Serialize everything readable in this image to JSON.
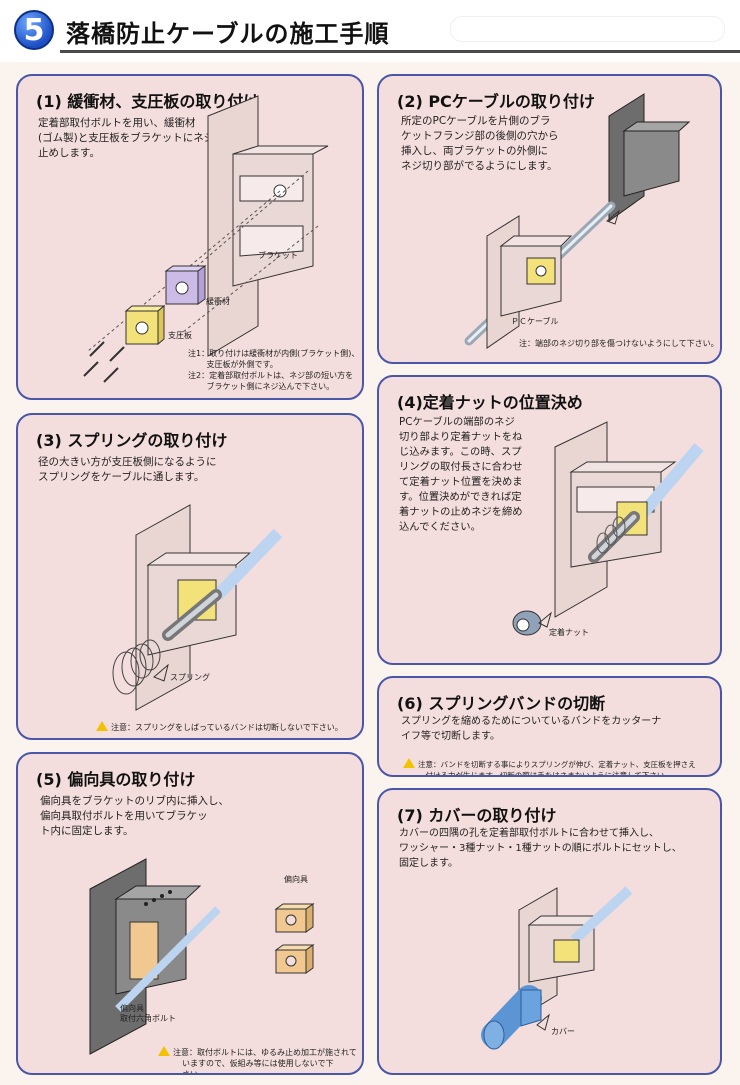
{
  "header": {
    "step_number": "5",
    "title": "落橋防止ケーブルの施工手順"
  },
  "panels": {
    "p1": {
      "title": "(1) 緩衝材、支圧板の取り付け",
      "text": "定着部取付ボルトを用い、緩衝材\n(ゴム製)と支圧板をブラケットにネジ\n止めします。",
      "label_bracket": "ブラケット",
      "label_cushion": "緩衝材",
      "label_plate": "支圧板",
      "note1": "注1：取り付けは緩衝材が内側(ブラケット側)、\n　　 支圧板が外側です。",
      "note2": "注2：定着部取付ボルトは、ネジ部の短い方を\n　　 ブラケット側にネジ込んで下さい。"
    },
    "p2": {
      "title": "(2) PCケーブルの取り付け",
      "text": "所定のPCケーブルを片側のブラ\nケットフランジ部の後側の穴から\n挿入し、両ブラケットの外側に\nネジ切り部がでるようにします。",
      "label_cable": "ＰＣケーブル",
      "note": "注：端部のネジ切り部を傷つけないようにして下さい。"
    },
    "p3": {
      "title": "(3) スプリングの取り付け",
      "text": "径の大きい方が支圧板側になるように\nスプリングをケーブルに通します。",
      "label_spring": "スプリング",
      "note": "注意：スプリングをしばっているバンドは切断しないで下さい。"
    },
    "p4": {
      "title": "(4)定着ナットの位置決め",
      "text": "PCケーブルの端部のネジ\n切り部より定着ナットをね\nじ込みます。この時、スプ\nリングの取付長さに合わせ\nて定着ナット位置を決めま\nす。位置決めができれば定\n着ナットの止めネジを締め\n込んでください。",
      "label_nut": "定着ナット"
    },
    "p5": {
      "title": "(5) 偏向具の取り付け",
      "text": "偏向具をブラケットのリブ内に挿入し、\n偏向具取付ボルトを用いてブラケッ\nト内に固定します。",
      "label_deflector": "偏向具",
      "label_bolt": "偏向具\n取付六角ボルト",
      "note": "注意：取付ボルトには、ゆるみ止め加工が施されて\n　　　いますので、仮組み等には使用しないで下\n　　　さい。"
    },
    "p6": {
      "title": "(6) スプリングバンドの切断",
      "text": "スプリングを縮めるためについているバンドをカッターナ\nイフ等で切断します。",
      "note": "注意：バンドを切断する事によりスプリングが伸び、定着ナット、支圧板を押さえ\n　　　付ける力が生じます。切断の際は手をはさまないように注意して下さい。"
    },
    "p7": {
      "title": "(7) カバーの取り付け",
      "text": "カバーの四隅の孔を定着部取付ボルトに合わせて挿入し、\nワッシャー・3種ナット・1種ナットの順にボルトにセットし、\n固定します。",
      "label_cover": "カバー"
    }
  },
  "colors": {
    "panel_border": "#4a56a8",
    "panel_bg": "#f4dedd",
    "step_circle": "#1c4fc4",
    "plate_yellow": "#f3e27a",
    "cushion_purple": "#cbbbe6",
    "deflector_orange": "#f0c890",
    "cable_blue": "#bcd4ef"
  }
}
